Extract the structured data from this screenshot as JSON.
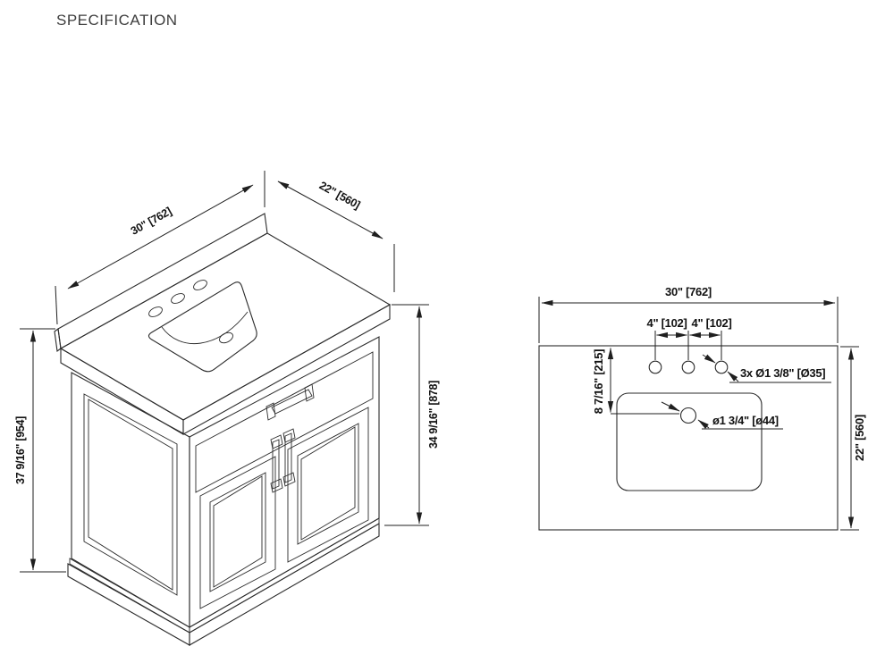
{
  "title": "SPECIFICATION",
  "colors": {
    "line": "#2b2b2b",
    "text": "#111111",
    "background": "#ffffff"
  },
  "iso_view": {
    "dim_width": "30\" [762]",
    "dim_depth": "22\" [560]",
    "dim_height_total": "37 9/16\" [954]",
    "dim_height_cabinet": "34 9/16\" [878]"
  },
  "top_view": {
    "dim_width": "30\" [762]",
    "dim_depth": "22\" [560]",
    "dim_faucet_left": "4\" [102]",
    "dim_faucet_right": "4\" [102]",
    "label_faucet_holes": "3x Ø1 3/8\" [Ø35]",
    "label_drain": "ø1 3/4\" [ø44]",
    "dim_sink_center": "8 7/16\" [215]"
  }
}
